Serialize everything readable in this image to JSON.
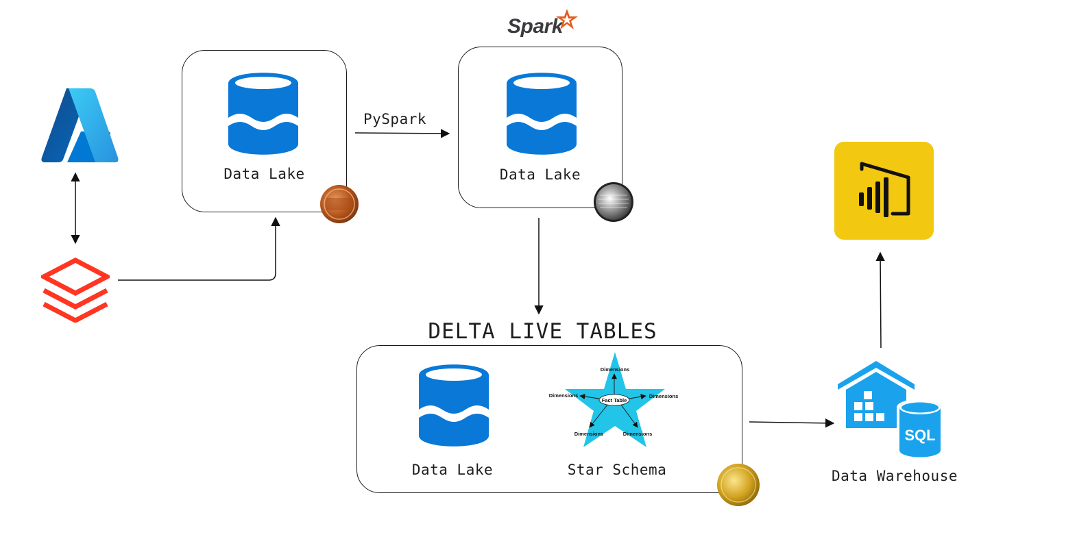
{
  "nodes": {
    "bronze": {
      "label": "Data Lake"
    },
    "silver": {
      "label": "Data Lake",
      "header_logo": "Spark"
    },
    "gold_lake": {
      "label": "Data Lake"
    },
    "gold_star": {
      "label": "Star Schema"
    },
    "warehouse": {
      "label": "Data Warehouse",
      "badge": "SQL"
    }
  },
  "gold_group": {
    "title": "DELTA LIVE TABLES"
  },
  "edges": {
    "bronze_to_silver": {
      "label": "PySpark"
    }
  },
  "star_schema": {
    "center": "Fact Table",
    "dimensions": [
      "Dimensions",
      "Dimensions",
      "Dimensions",
      "Dimensions",
      "Dimensions"
    ]
  },
  "icons": {
    "azure": "azure-logo-icon",
    "databricks": "databricks-logo-icon",
    "powerbi": "power-bi-icon",
    "bronze_medal": "bronze-medal-icon",
    "silver_medal": "silver-medal-icon",
    "gold_medal": "gold-medal-icon",
    "database": "data-lake-icon"
  },
  "colors": {
    "lake_blue": "#0a78d7",
    "azure_blue": "#1a8fe0",
    "databricks_red": "#ff3621",
    "spark_orange": "#e25a1c",
    "powerbi_yellow": "#f2c811",
    "warehouse_blue": "#1aa3ec",
    "star_cyan": "#22c4e8"
  }
}
